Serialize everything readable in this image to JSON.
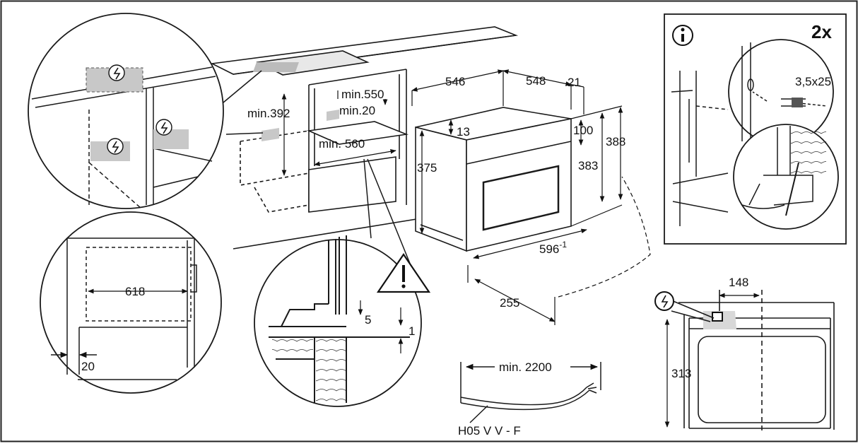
{
  "labels": {
    "d546": "546",
    "d548": "548",
    "d21": "21",
    "d13": "13",
    "d100": "100",
    "d388": "388",
    "d375": "375",
    "d383": "383",
    "min550": "min.550",
    "min20": "min.20",
    "min392": "min.392",
    "min560": "min. 560",
    "d596": "596",
    "d596sup": "-1",
    "d255": "255",
    "d618": "618",
    "d20": "20",
    "d5": "5",
    "d1": "1",
    "min2200": "min. 2200",
    "cable": "H05 V V - F",
    "screw": "3,5x25",
    "qty": "2x",
    "d148": "148",
    "d313": "313"
  },
  "icons": {
    "info": "info-icon",
    "warning": "warning-icon",
    "power": "power-connection-icon"
  },
  "colors": {
    "line": "#1a1a1a",
    "shade": "#c8c8c8",
    "background": "#ffffff"
  }
}
